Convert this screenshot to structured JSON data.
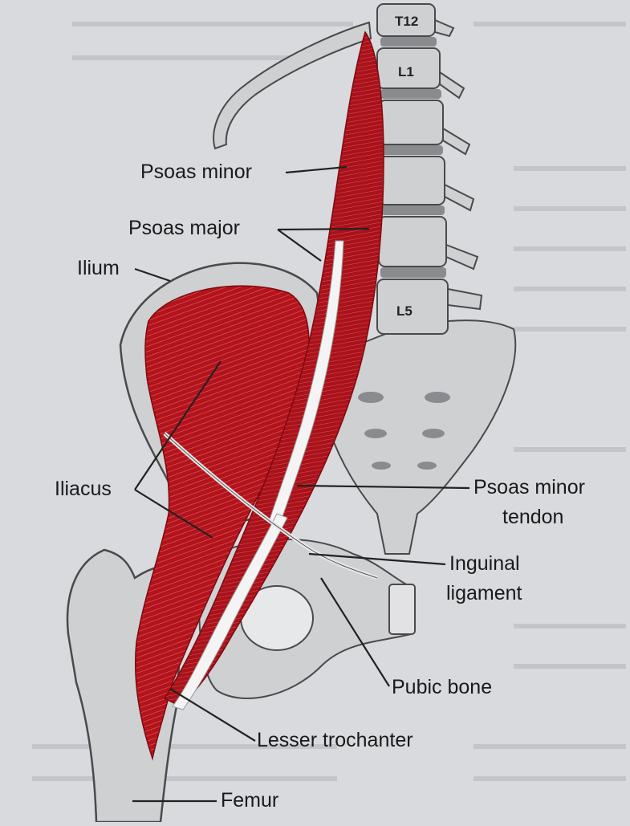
{
  "labels": {
    "psoas_minor": "Psoas minor",
    "psoas_major": "Psoas major",
    "ilium": "Ilium",
    "iliacus": "Iliacus",
    "psoas_minor_tendon_1": "Psoas minor",
    "psoas_minor_tendon_2": "tendon",
    "inguinal_1": "Inguinal",
    "inguinal_2": "ligament",
    "pubic_bone": "Pubic bone",
    "lesser_trochanter": "Lesser trochanter",
    "femur": "Femur"
  },
  "vertebrae": {
    "t12": "T12",
    "l1": "L1",
    "l5": "L5"
  },
  "colors": {
    "muscle": "#b3131b",
    "muscle_dark": "#7d0a10",
    "bone": "#cfd0d2",
    "bone_outline": "#4a4a4a",
    "paper": "#d9dade"
  }
}
